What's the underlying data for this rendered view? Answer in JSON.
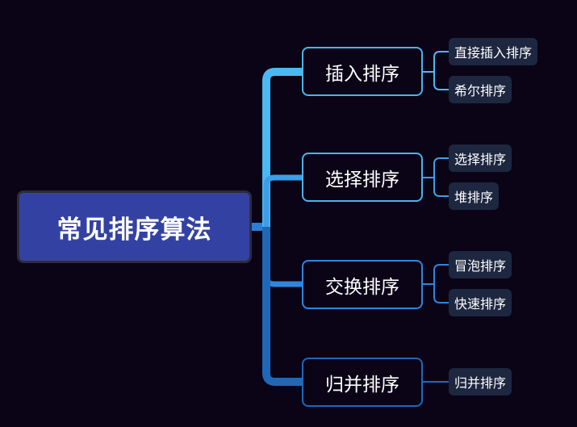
{
  "root": {
    "label": "常见排序算法",
    "color": "#3342a2"
  },
  "branches": [
    {
      "label": "插入排序",
      "color": "#4cb8f3",
      "children": [
        "直接插入排序",
        "希尔排序"
      ]
    },
    {
      "label": "选择排序",
      "color": "#3d9ee8",
      "children": [
        "选择排序",
        "堆排序"
      ]
    },
    {
      "label": "交换排序",
      "color": "#2f86dc",
      "children": [
        "冒泡排序",
        "快速排序"
      ]
    },
    {
      "label": "归并排序",
      "color": "#1f68b8",
      "children": [
        "归并排序"
      ]
    }
  ]
}
